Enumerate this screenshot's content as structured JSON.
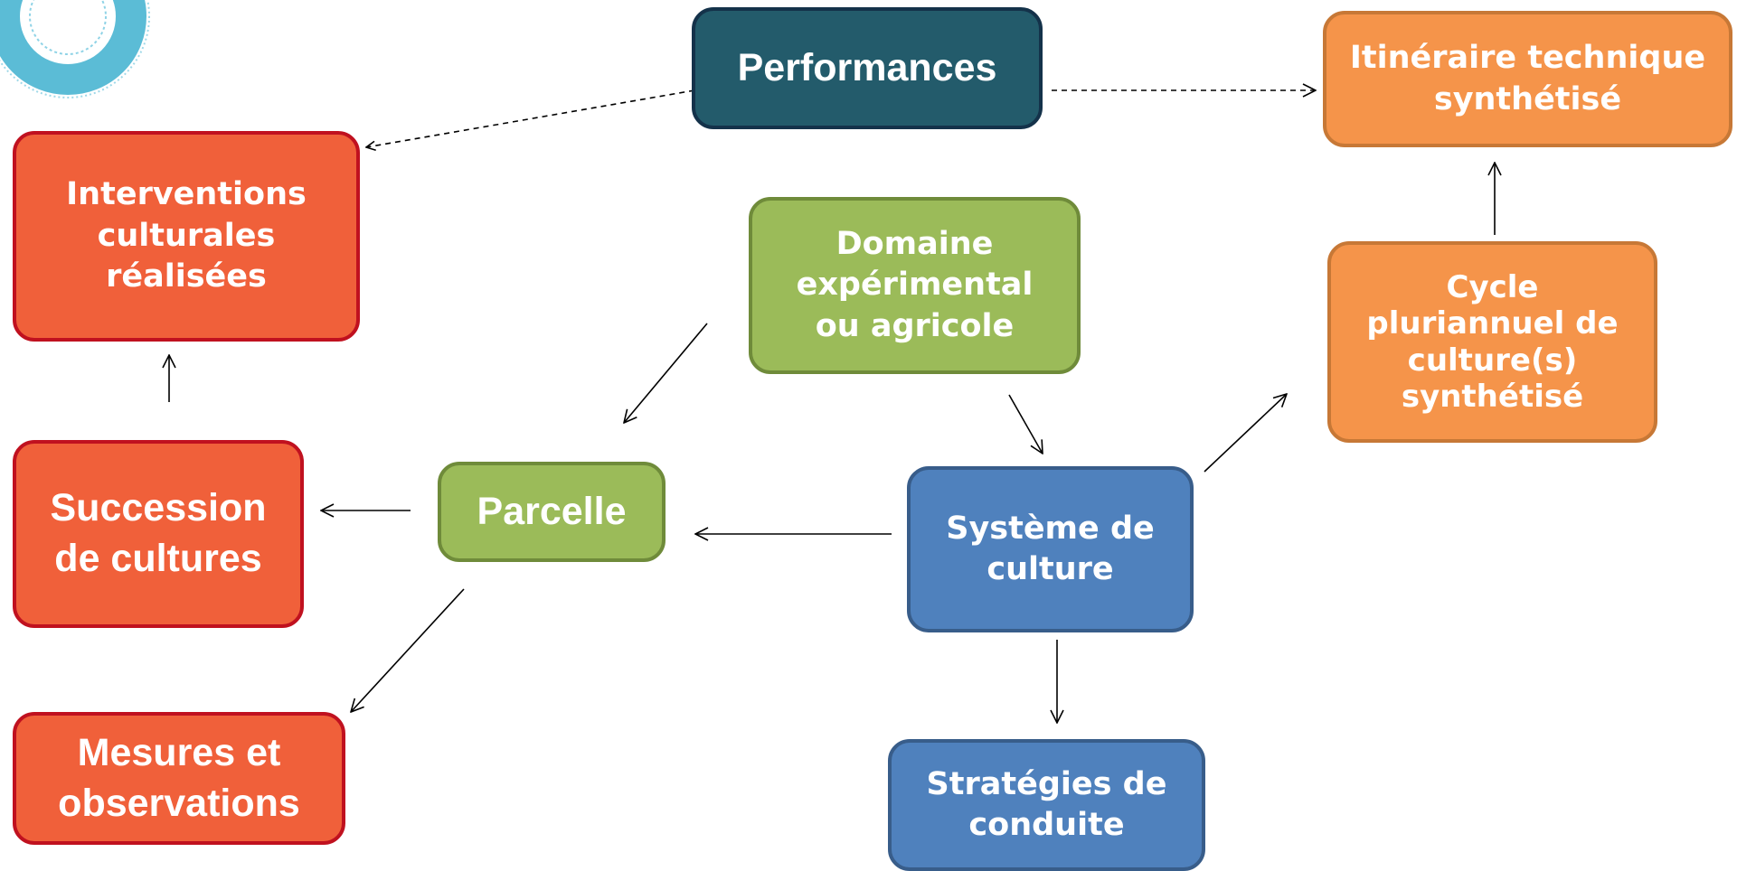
{
  "nodes": {
    "performances": "Performances",
    "itineraire": "Itinéraire technique\nsynthétisé",
    "interventions": "Interventions\nculturales\nréalisées",
    "domaine": "Domaine\nexpérimental\nou agricole",
    "cycle": "Cycle\npluriannuel de\nculture(s)\nsynthétisé",
    "succession": "Succession\nde cultures",
    "parcelle": "Parcelle",
    "systeme": "Système de\nculture",
    "mesures": "Mesures et\nobservations",
    "strategies": "Stratégies de\nconduite"
  },
  "colors": {
    "red": "#f0603a",
    "navy": "#235b6b",
    "orange": "#f5944a",
    "green": "#9bbb59",
    "blue": "#4f81bd",
    "logo": "#5bbcd6"
  }
}
